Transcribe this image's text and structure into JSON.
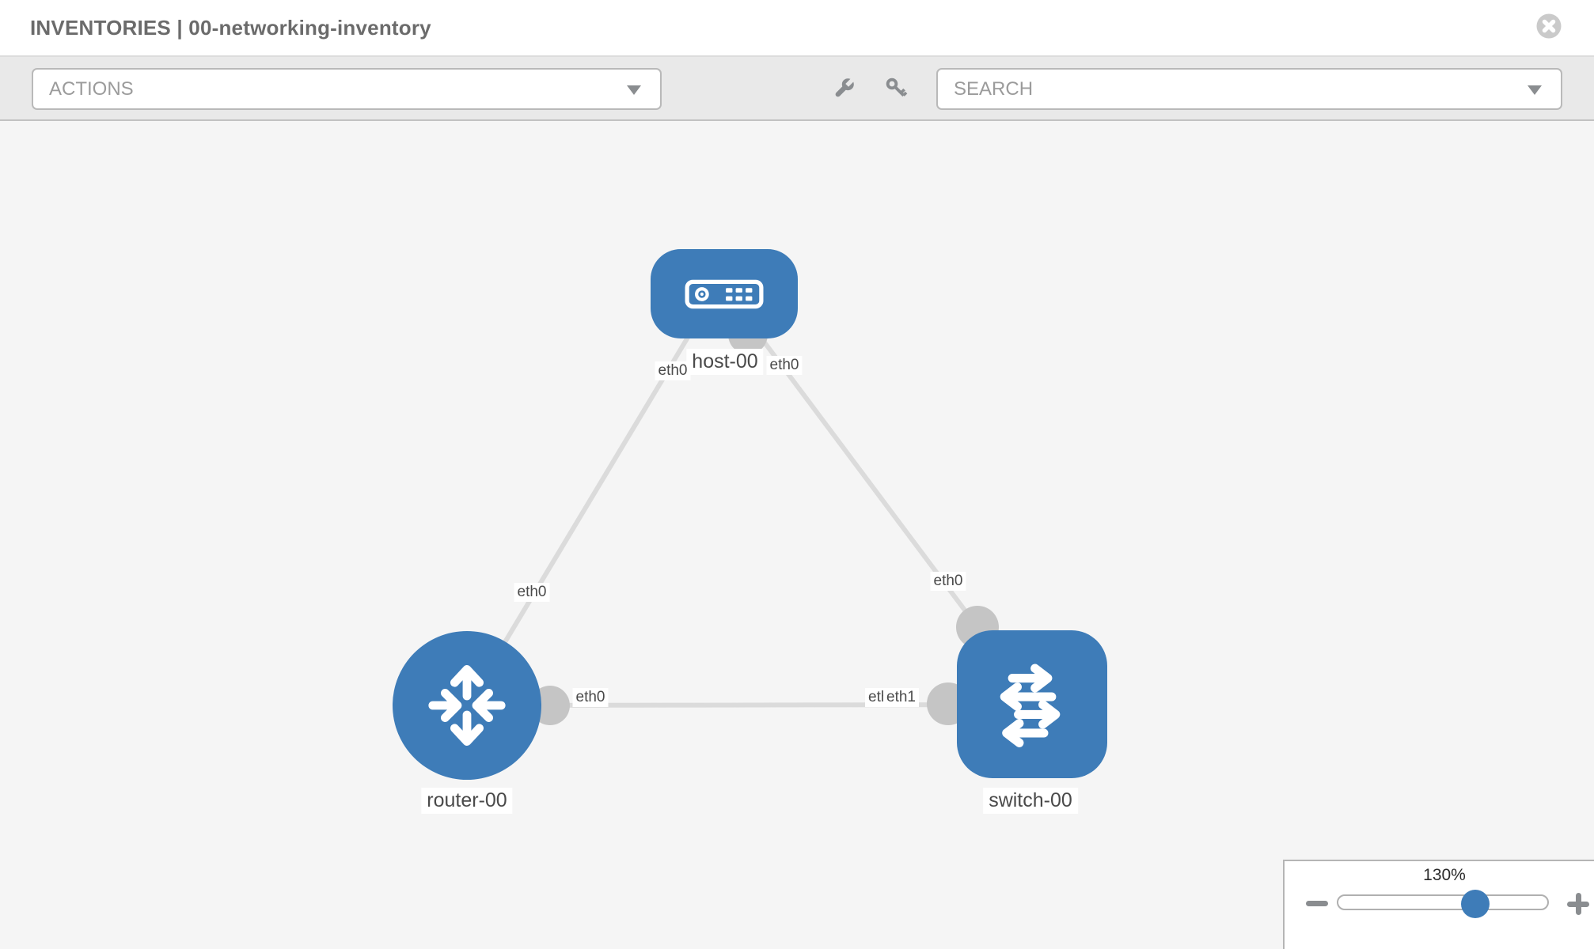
{
  "header": {
    "title": "INVENTORIES | 00-networking-inventory"
  },
  "toolbar": {
    "actions_label": "ACTIONS",
    "search_placeholder": "SEARCH",
    "icons": [
      "wrench-icon",
      "key-icon"
    ]
  },
  "canvas": {
    "nodes": [
      {
        "id": "host-00",
        "type": "host",
        "label": "host-00"
      },
      {
        "id": "router-00",
        "type": "router",
        "label": "router-00"
      },
      {
        "id": "switch-00",
        "type": "switch",
        "label": "switch-00"
      }
    ],
    "links": [
      {
        "from": "host-00",
        "to": "router-00",
        "from_interface": "eth0",
        "to_interface": "eth0"
      },
      {
        "from": "host-00",
        "to": "switch-00",
        "from_interface": "eth0",
        "to_interface": "eth0"
      },
      {
        "from": "router-00",
        "to": "switch-00",
        "from_interface": "eth0",
        "to_interface": "eth1",
        "overlap_interface": "eth0"
      }
    ]
  },
  "zoom_control": {
    "level": "130%"
  },
  "colors": {
    "node_blue": "#3e7cb8",
    "edge_gray": "#dbdbdb",
    "port_gray": "#c5c5c5",
    "toolbar_gray": "#e9e9e9",
    "canvas_gray": "#f5f5f5",
    "icon_gray": "#8a8d90"
  }
}
